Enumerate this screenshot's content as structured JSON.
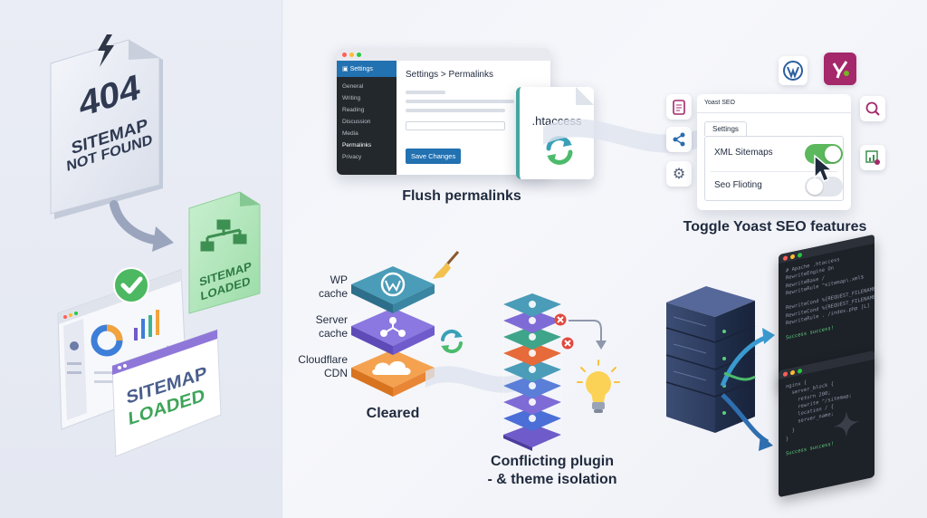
{
  "left": {
    "badge_code": "404",
    "badge_line1": "SITEMAP",
    "badge_line2": "NOT FOUND",
    "loaded_doc_line1": "SITEMAP",
    "loaded_doc_line2": "LOADED",
    "loaded_card_line1": "SITEMAP",
    "loaded_card_line2": "LOADED"
  },
  "permalinks": {
    "sidebar_active": "Settings",
    "sidebar_items": [
      "General",
      "Writing",
      "Reading",
      "Discussion",
      "Media",
      "Permalinks",
      "Privacy"
    ],
    "heading": "Settings > Permalinks",
    "save_label": "Save Changes",
    "file_name": ".htaccess",
    "caption": "Flush permalinks"
  },
  "yoast": {
    "title": "Yoast SEO",
    "tab": "Settings",
    "row1": "XML Sitemaps",
    "row2": "Seo Flioting",
    "caption": "Toggle Yoast SEO features"
  },
  "cache": {
    "layer1_line1": "WP",
    "layer1_line2": "cache",
    "layer2_line1": "Server",
    "layer2_line2": "cache",
    "layer3_line1": "Cloudflare",
    "layer3_line2": "CDN",
    "caption": "Cleared"
  },
  "plugins": {
    "caption_line1": "Conflicting plugin",
    "caption_line2": "- & theme isolation"
  },
  "terminal1": {
    "lines": [
      "# Apache .htaccess",
      "RewriteEngine On",
      "RewriteBase /",
      "RewriteRule ^sitemap\\.xml$",
      "",
      "RewriteCond %{REQUEST_FILENAME} !-f",
      "RewriteCond %{REQUEST_FILENAME} !-d",
      "RewriteRule . /index.php [L]"
    ],
    "success": "Success success!"
  },
  "terminal2": {
    "lines": [
      "nginx {",
      "  server_block {",
      "    return 200;",
      "    rewrite ^/sitemap;",
      "    location / {",
      "    server_name;",
      "  }",
      "}"
    ],
    "success": "Success success!"
  },
  "colors": {
    "accent_blue": "#2271b1",
    "toggle_on": "#5cb85c",
    "teal": "#3d8fa8",
    "purple": "#6f5bc9",
    "orange": "#f08a2c",
    "yoast": "#a4286a"
  }
}
